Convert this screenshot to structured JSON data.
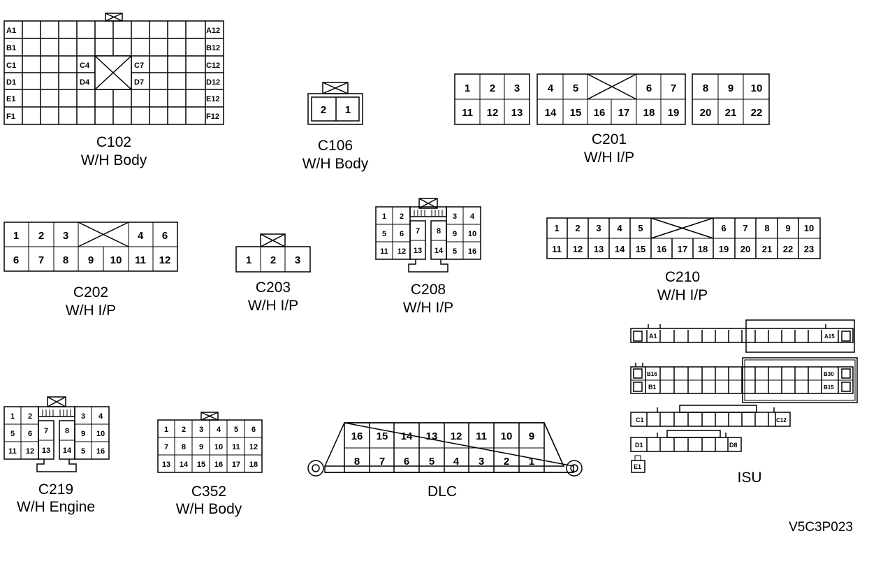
{
  "connectors": {
    "c102": {
      "name": "C102",
      "desc": "W/H Body",
      "left_labels": [
        "A1",
        "B1",
        "C1",
        "D1",
        "E1",
        "F1"
      ],
      "right_labels": [
        "A12",
        "B12",
        "C12",
        "D12",
        "E12",
        "F12"
      ],
      "inner_labels": [
        "C4",
        "D4",
        "C7",
        "D7"
      ]
    },
    "c106": {
      "name": "C106",
      "desc": "W/H Body",
      "pins": [
        "2",
        "1"
      ]
    },
    "c201": {
      "name": "C201",
      "desc": "W/H I/P",
      "pins": [
        "1",
        "2",
        "3",
        "11",
        "12",
        "13",
        "4",
        "5",
        "6",
        "7",
        "14",
        "15",
        "16",
        "17",
        "18",
        "19",
        "8",
        "9",
        "10",
        "20",
        "21",
        "22"
      ]
    },
    "c202": {
      "name": "C202",
      "desc": "W/H I/P",
      "pins": [
        "1",
        "2",
        "3",
        "4",
        "6",
        "6",
        "7",
        "8",
        "9",
        "10",
        "11",
        "12"
      ]
    },
    "c203": {
      "name": "C203",
      "desc": "W/H I/P",
      "pins": [
        "1",
        "2",
        "3"
      ]
    },
    "c208": {
      "name": "C208",
      "desc": "W/H I/P",
      "pins": [
        "1",
        "2",
        "3",
        "4",
        "5",
        "6",
        "7",
        "8",
        "9",
        "10",
        "11",
        "12",
        "13",
        "14",
        "5",
        "16"
      ]
    },
    "c210": {
      "name": "C210",
      "desc": "W/H I/P",
      "pins": [
        "1",
        "2",
        "3",
        "4",
        "5",
        "6",
        "7",
        "8",
        "9",
        "10",
        "11",
        "12",
        "13",
        "14",
        "15",
        "16",
        "17",
        "18",
        "19",
        "20",
        "21",
        "22",
        "23"
      ]
    },
    "c219": {
      "name": "C219",
      "desc": "W/H Engine",
      "pins": [
        "1",
        "2",
        "3",
        "4",
        "5",
        "6",
        "7",
        "8",
        "9",
        "10",
        "11",
        "12",
        "13",
        "14",
        "5",
        "16"
      ]
    },
    "c352": {
      "name": "C352",
      "desc": "W/H Body",
      "pins": [
        "1",
        "2",
        "3",
        "4",
        "5",
        "6",
        "7",
        "8",
        "9",
        "10",
        "11",
        "12",
        "13",
        "14",
        "15",
        "16",
        "17",
        "18"
      ]
    },
    "dlc": {
      "name": "DLC",
      "pins": [
        "16",
        "15",
        "14",
        "13",
        "12",
        "11",
        "10",
        "9",
        "8",
        "7",
        "6",
        "5",
        "4",
        "3",
        "2",
        "1"
      ]
    },
    "isu": {
      "name": "ISU",
      "labels": [
        "A1",
        "A15",
        "B16",
        "B30",
        "B1",
        "B15",
        "C1",
        "C12",
        "D1",
        "D8",
        "E1"
      ]
    }
  },
  "figure_code": "V5C3P023"
}
